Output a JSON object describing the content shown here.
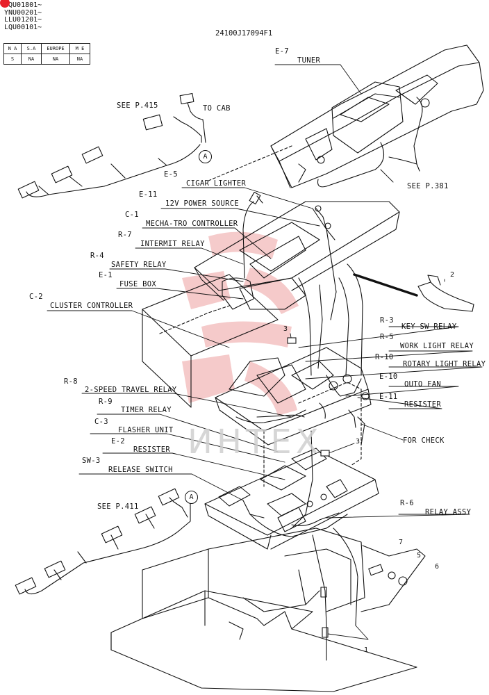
{
  "header": {
    "serials": [
      "YQU01801~",
      "YNU00201~",
      "LLU01201~",
      "LQU00101~"
    ],
    "drawing_code": "24100J17094F1",
    "region_table": {
      "headers": [
        "N A",
        "S.A",
        "EUROPE",
        "M E"
      ],
      "values": [
        "S",
        "NA",
        "NA",
        "NA"
      ]
    }
  },
  "watermark": "ИНТЕХ",
  "callouts": [
    {
      "id": "E-7",
      "name": "TUNER"
    },
    {
      "id": "E-5",
      "name": "CIGAR LIGHTER"
    },
    {
      "id": "E-11",
      "name": "12V POWER SOURCE"
    },
    {
      "id": "C-1",
      "name": "MECHA-TRO CONTROLLER"
    },
    {
      "id": "R-7",
      "name": "INTERMIT RELAY"
    },
    {
      "id": "R-4",
      "name": "SAFETY RELAY"
    },
    {
      "id": "E-1",
      "name": "FUSE BOX"
    },
    {
      "id": "C-2",
      "name": "CLUSTER CONTROLLER"
    },
    {
      "id": "R-3",
      "name": "KEY-SW RELAY"
    },
    {
      "id": "R-5",
      "name": "WORK LIGHT RELAY"
    },
    {
      "id": "R-10",
      "name": "ROTARY LIGHT RELAY"
    },
    {
      "id": "E-10",
      "name": "OUTO FAN"
    },
    {
      "id": "E-11",
      "name": "RESISTER"
    },
    {
      "id": "R-8",
      "name": "2-SPEED TRAVEL RELAY"
    },
    {
      "id": "R-9",
      "name": "TIMER RELAY"
    },
    {
      "id": "C-3",
      "name": "FLASHER UNIT"
    },
    {
      "id": "E-2",
      "name": "RESISTER"
    },
    {
      "id": "SW-3",
      "name": "RELEASE SWITCH"
    },
    {
      "id": "R-6",
      "name": "RELAY ASSY"
    }
  ],
  "references": {
    "see_p415": "SEE P.415",
    "to_cab": "TO CAB",
    "see_p381": "SEE P.381",
    "see_p411": "SEE P.411",
    "for_check": "FOR CHECK",
    "connector_a": "A"
  },
  "part_numbers": [
    "1",
    "2",
    "3",
    "3",
    "5",
    "6",
    "7"
  ]
}
